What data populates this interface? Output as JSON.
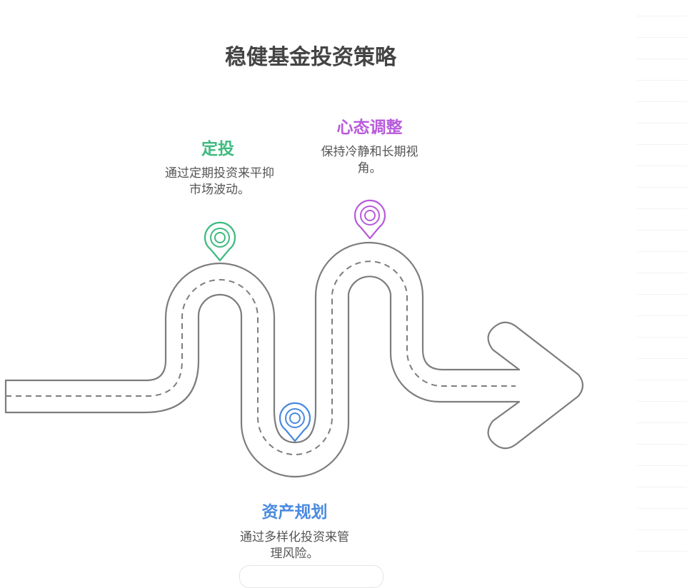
{
  "title": "稳健基金投资策略",
  "colors": {
    "road": "#7d7d7d",
    "green": "#3dbb7f",
    "blue": "#4a8ae0",
    "purple": "#b85bdc"
  },
  "steps": [
    {
      "heading": "定投",
      "lines": [
        "通过定期投资来平抑",
        "市场波动。"
      ],
      "color": "#3dbb7f",
      "icon": "location-pin-icon"
    },
    {
      "heading": "资产规划",
      "lines": [
        "通过多样化投资来管",
        "理风险。"
      ],
      "color": "#4a8ae0",
      "icon": "location-pin-icon"
    },
    {
      "heading": "心态调整",
      "lines": [
        "保持冷静和长期视",
        "角。"
      ],
      "color": "#b85bdc",
      "icon": "location-pin-icon"
    }
  ]
}
